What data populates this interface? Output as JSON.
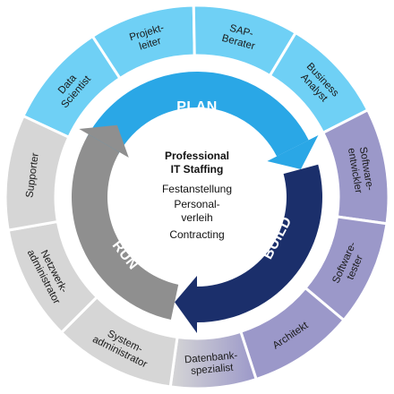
{
  "outer_ring": {
    "plan_roles": [
      {
        "id": "data-scientist",
        "lines": [
          "Data",
          "Scientist"
        ]
      },
      {
        "id": "projektleiter",
        "lines": [
          "Projekt-",
          "leiter"
        ]
      },
      {
        "id": "sap-berater",
        "lines": [
          "SAP-",
          "Berater"
        ]
      },
      {
        "id": "business-analyst",
        "lines": [
          "Business",
          "Analyst"
        ]
      }
    ],
    "build_roles": [
      {
        "id": "softwareentwickler",
        "lines": [
          "Software-",
          "entwickler"
        ]
      },
      {
        "id": "softwaretester",
        "lines": [
          "Software-",
          "tester"
        ]
      },
      {
        "id": "architekt",
        "lines": [
          "Architekt"
        ]
      },
      {
        "id": "datenbankspezialist",
        "lines": [
          "Datenbank-",
          "spezialist"
        ]
      }
    ],
    "run_roles": [
      {
        "id": "systemadministrator",
        "lines": [
          "System-",
          "administrator"
        ]
      },
      {
        "id": "netzwerkadministrator",
        "lines": [
          "Netzwerk-",
          "administrator"
        ]
      },
      {
        "id": "supporter",
        "lines": [
          "Supporter"
        ]
      }
    ]
  },
  "phases": {
    "plan": "PLAN",
    "build": "BUILD",
    "run": "RUN"
  },
  "center": {
    "title_line1": "Professional",
    "title_line2": "IT Staffing",
    "items": [
      "Festanstellung",
      "Personal-",
      "verleih",
      "Contracting"
    ]
  },
  "colors": {
    "plan": "#2aa7e6",
    "plan_light": "#6fd0f5",
    "build": "#1b2f6b",
    "build_light": "#9b98c9",
    "run": "#8f8f8f",
    "run_light": "#d6d6d6"
  }
}
